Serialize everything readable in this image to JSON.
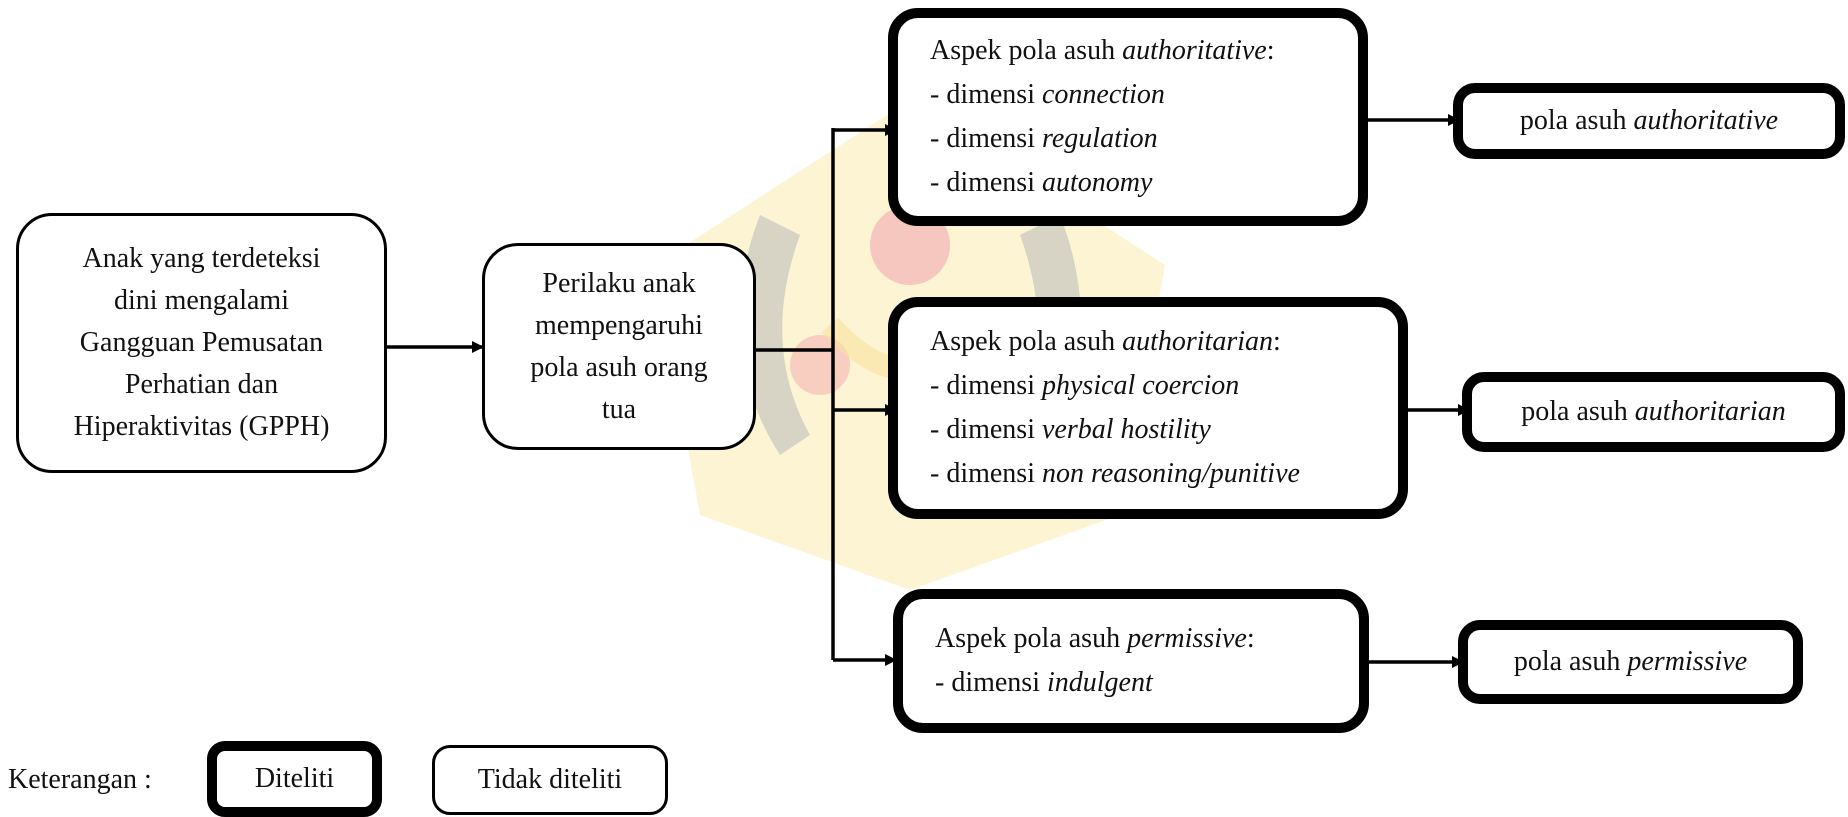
{
  "child_box": {
    "lines": [
      "Anak yang terdeteksi",
      "dini mengalami",
      "Gangguan Pemusatan",
      "Perhatian dan",
      "Hiperaktivitas (GPPH)"
    ]
  },
  "behavior_box": {
    "lines": [
      "Perilaku anak",
      "mempengaruhi",
      "pola asuh orang",
      "tua"
    ]
  },
  "aspect_authoritative": {
    "prefix": "Aspek pola asuh ",
    "term": "authoritative",
    "suffix": ":",
    "dimensions": [
      {
        "prefix": "- dimensi ",
        "term": "connection"
      },
      {
        "prefix": "- dimensi ",
        "term": "regulation"
      },
      {
        "prefix": "- dimensi ",
        "term": "autonomy"
      }
    ]
  },
  "aspect_authoritarian": {
    "prefix": "Aspek pola asuh ",
    "term": "authoritarian",
    "suffix": ":",
    "dimensions": [
      {
        "prefix": "- dimensi ",
        "term": "physical coercion"
      },
      {
        "prefix": "- dimensi ",
        "term": "verbal hostility"
      },
      {
        "prefix": "- dimensi ",
        "term": "non reasoning/punitive"
      }
    ]
  },
  "aspect_permissive": {
    "prefix": "Aspek pola asuh ",
    "term": "permissive",
    "suffix": ":",
    "dimensions": [
      {
        "prefix": "- dimensi ",
        "term": "indulgent"
      }
    ]
  },
  "result_authoritative": {
    "prefix": "pola asuh ",
    "term": "authoritative"
  },
  "result_authoritarian": {
    "prefix": "pola asuh ",
    "term": "authoritarian"
  },
  "result_permissive": {
    "prefix": "pola asuh ",
    "term": "permissive"
  },
  "legend": {
    "label": "Keterangan :",
    "studied": "Diteliti",
    "not_studied": "Tidak diteliti"
  },
  "colors": {
    "line": "#000000",
    "watermark_yellow": "#f6dc6a",
    "watermark_gray": "#8a8a8a",
    "watermark_red": "#e8556b"
  }
}
